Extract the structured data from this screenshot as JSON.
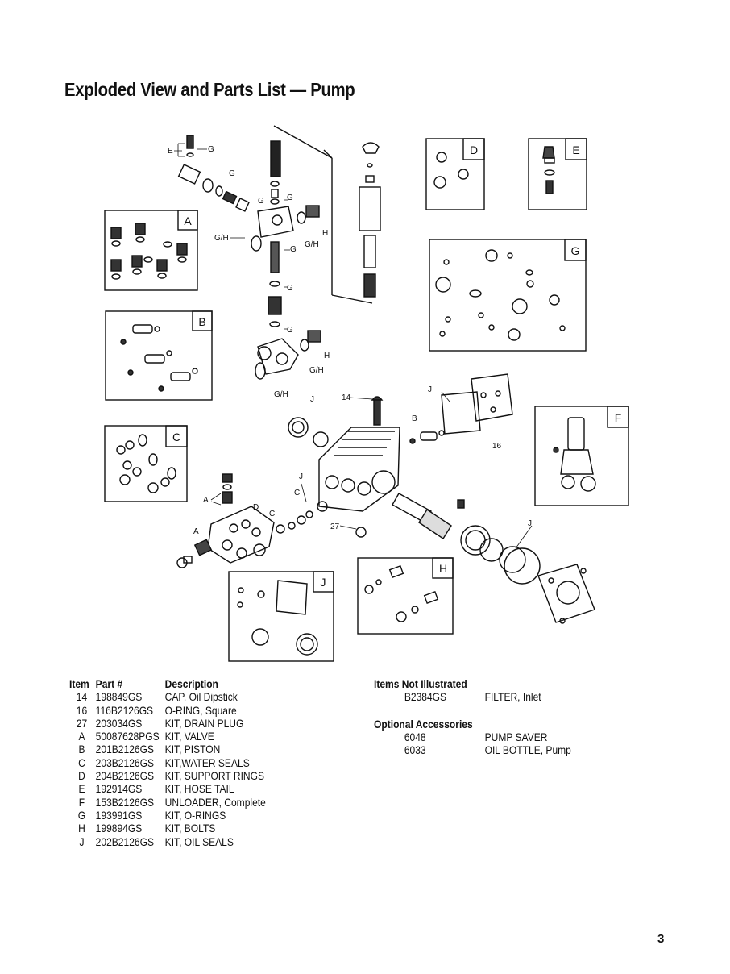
{
  "page": {
    "title": "Exploded View and Parts List — Pump",
    "page_number": "3"
  },
  "diagram": {
    "kit_labels": [
      "A",
      "B",
      "C",
      "D",
      "E",
      "F",
      "G",
      "H",
      "J"
    ],
    "callouts": {
      "e": "E",
      "g": "G",
      "gh": "G/H",
      "h": "H",
      "a": "A",
      "b": "B",
      "c": "C",
      "d": "D",
      "j": "J",
      "n14": "14",
      "n16": "16",
      "n27": "27"
    }
  },
  "parts_list": {
    "headers": {
      "item": "Item",
      "part": "Part #",
      "description": "Description"
    },
    "rows": [
      {
        "item": "14",
        "part": "198849GS",
        "description": "CAP, Oil Dipstick"
      },
      {
        "item": "16",
        "part": "116B2126GS",
        "description": "O-RING, Square"
      },
      {
        "item": "27",
        "part": "203034GS",
        "description": "KIT, DRAIN PLUG"
      },
      {
        "item": "A",
        "part": "50087628PGS",
        "description": "KIT, VALVE"
      },
      {
        "item": "B",
        "part": "201B2126GS",
        "description": "KIT, PISTON"
      },
      {
        "item": "C",
        "part": "203B2126GS",
        "description": "KIT,WATER SEALS"
      },
      {
        "item": "D",
        "part": "204B2126GS",
        "description": "KIT, SUPPORT RINGS"
      },
      {
        "item": "E",
        "part": "192914GS",
        "description": "KIT, HOSE TAIL"
      },
      {
        "item": "F",
        "part": "153B2126GS",
        "description": "UNLOADER, Complete"
      },
      {
        "item": "G",
        "part": "193991GS",
        "description": "KIT, O-RINGS"
      },
      {
        "item": "H",
        "part": "199894GS",
        "description": "KIT, BOLTS"
      },
      {
        "item": "J",
        "part": "202B2126GS",
        "description": "KIT, OIL SEALS"
      }
    ]
  },
  "not_illustrated": {
    "heading": "Items Not Illustrated",
    "rows": [
      {
        "part": "B2384GS",
        "description": "FILTER, Inlet"
      }
    ]
  },
  "optional_accessories": {
    "heading": "Optional Accessories",
    "rows": [
      {
        "part": "6048",
        "description": "PUMP SAVER"
      },
      {
        "part": "6033",
        "description": "OIL BOTTLE, Pump"
      }
    ]
  }
}
